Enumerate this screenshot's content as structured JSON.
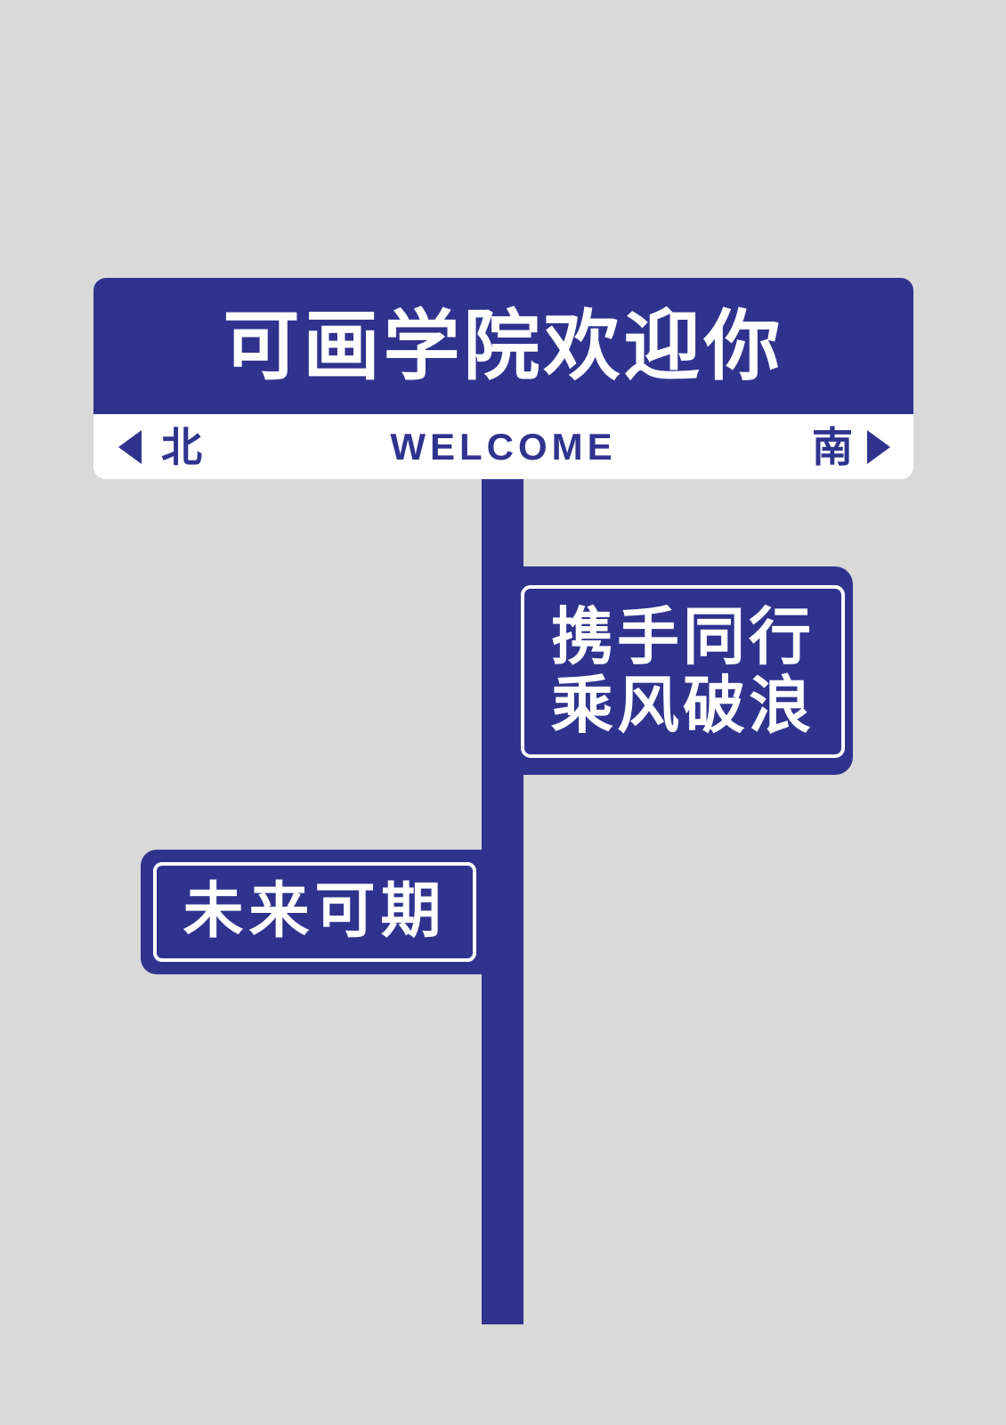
{
  "colors": {
    "background": "#d9d9d9",
    "sign_blue": "#30338e",
    "text_white": "#ffffff"
  },
  "main_sign": {
    "title": "可画学院欢迎你",
    "subtitle": "WELCOME",
    "left_direction": "北",
    "right_direction": "南",
    "left_arrow_icon": "triangle-left",
    "right_arrow_icon": "triangle-right"
  },
  "right_sign": {
    "lines": [
      "携手同行",
      "乘风破浪"
    ]
  },
  "left_sign": {
    "text": "未来可期"
  }
}
